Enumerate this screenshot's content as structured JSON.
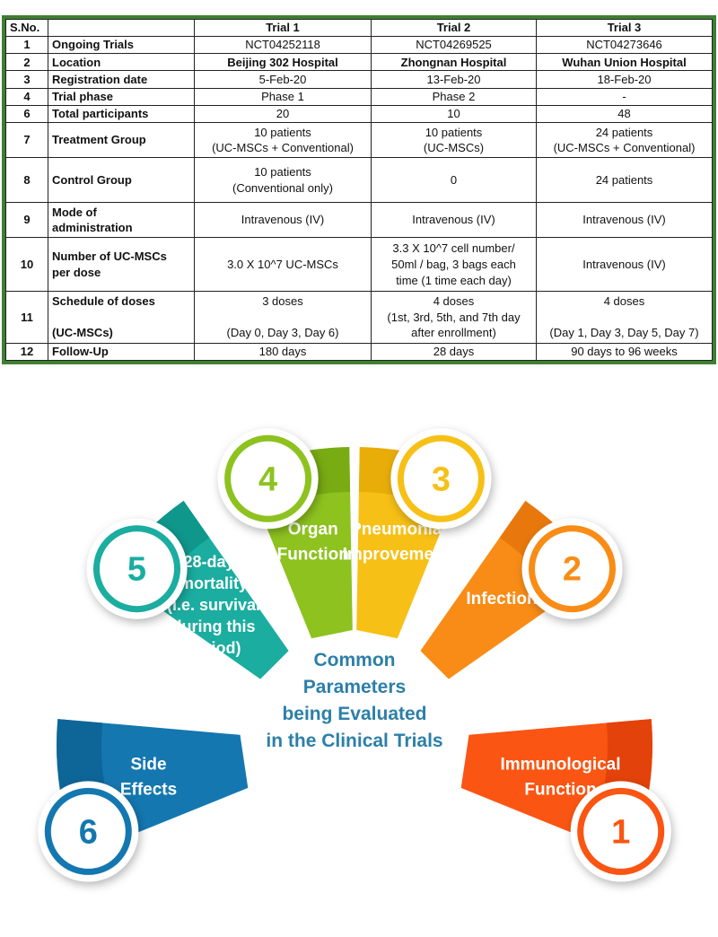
{
  "table": {
    "headers": [
      "S.No.",
      "",
      "Trial 1",
      "Trial 2",
      "Trial 3"
    ],
    "rows": [
      {
        "sno": "1",
        "param": "Ongoing Trials",
        "t1": "NCT04252118",
        "t2": "NCT04269525",
        "t3": "NCT04273646"
      },
      {
        "sno": "2",
        "param": "Location",
        "t1": "Beijing 302 Hospital",
        "t2": "Zhongnan Hospital",
        "t3": "Wuhan Union Hospital"
      },
      {
        "sno": "3",
        "param": "Registration date",
        "t1": "5-Feb-20",
        "t2": "13-Feb-20",
        "t3": "18-Feb-20"
      },
      {
        "sno": "4",
        "param": "Trial phase",
        "t1": "Phase 1",
        "t2": "Phase 2",
        "t3": "-"
      },
      {
        "sno": "6",
        "param": "Total participants",
        "t1": "20",
        "t2": "10",
        "t3": "48"
      },
      {
        "sno": "7",
        "param": "Treatment Group",
        "t1": "10 patients\n(UC-MSCs + Conventional)",
        "t2": "10 patients\n(UC-MSCs)",
        "t3": "24 patients\n(UC-MSCs + Conventional)"
      },
      {
        "sno": "8",
        "param": "Control Group",
        "t1": "10 patients\n(Conventional only)",
        "t2": "0",
        "t3": "24 patients"
      },
      {
        "sno": "9",
        "param": "Mode of\nadministration",
        "t1": "Intravenous (IV)",
        "t2": "Intravenous (IV)",
        "t3": "Intravenous (IV)"
      },
      {
        "sno": "10",
        "param": "Number of UC-MSCs\nper dose",
        "t1": "3.0 X 10^7 UC-MSCs",
        "t2": "3.3 X 10^7 cell number/\n50ml / bag, 3 bags each\ntime (1 time each day)",
        "t3": "Intravenous (IV)"
      },
      {
        "sno": "11",
        "param": "Schedule of doses\n\n(UC-MSCs)",
        "t1": "3 doses\n\n(Day 0, Day 3, Day 6)",
        "t2": "4 doses\n(1st, 3rd, 5th, and 7th day\nafter enrollment)",
        "t3": "4 doses\n\n(Day 1, Day 3, Day 5, Day 7)"
      },
      {
        "sno": "12",
        "param": "Follow-Up",
        "t1": "180 days",
        "t2": "28 days",
        "t3": "90 days to 96 weeks"
      }
    ]
  },
  "infographic": {
    "center_text": "Common\nParameters\nbeing Evaluated\nin the Clinical Trials",
    "center_color": "#2c7fa8",
    "segments": [
      {
        "number": "1",
        "label": "Immunological\nFunction",
        "color": "#fa5512",
        "dark": "#e0400a"
      },
      {
        "number": "2",
        "label": "Infection",
        "color": "#f98c16",
        "dark": "#e5760a"
      },
      {
        "number": "3",
        "label": "Pneumonia\nImprovement",
        "color": "#f7c016",
        "dark": "#e5ab08"
      },
      {
        "number": "4",
        "label": "Organ\nFunction",
        "color": "#8dc21f",
        "dark": "#77a912"
      },
      {
        "number": "5",
        "label": "28-days\nmortality\n(i.e. survival\nduring this\nperiod)",
        "color": "#1aada0",
        "dark": "#0e9589"
      },
      {
        "number": "6",
        "label": "Side\nEffects",
        "color": "#1477b0",
        "dark": "#0c6396"
      }
    ]
  }
}
